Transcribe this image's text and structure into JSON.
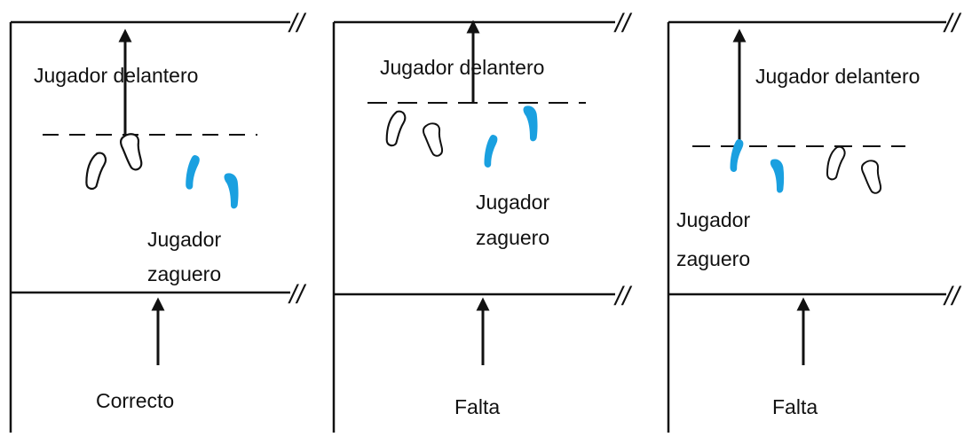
{
  "panels": [
    {
      "front_label": "Jugador delantero",
      "back_label": [
        "Jugador",
        "zaguero"
      ],
      "verdict": "Correcto"
    },
    {
      "front_label": "Jugador delantero",
      "back_label": [
        "Jugador",
        "zaguero"
      ],
      "verdict": "Falta"
    },
    {
      "front_label": "Jugador delantero",
      "back_label": [
        "Jugador",
        "zaguero"
      ],
      "verdict": "Falta"
    }
  ],
  "break_mark": "//",
  "colors": {
    "line": "#111111",
    "back_foot": "#1aa0e0",
    "front_foot_fill": "#ffffff"
  }
}
